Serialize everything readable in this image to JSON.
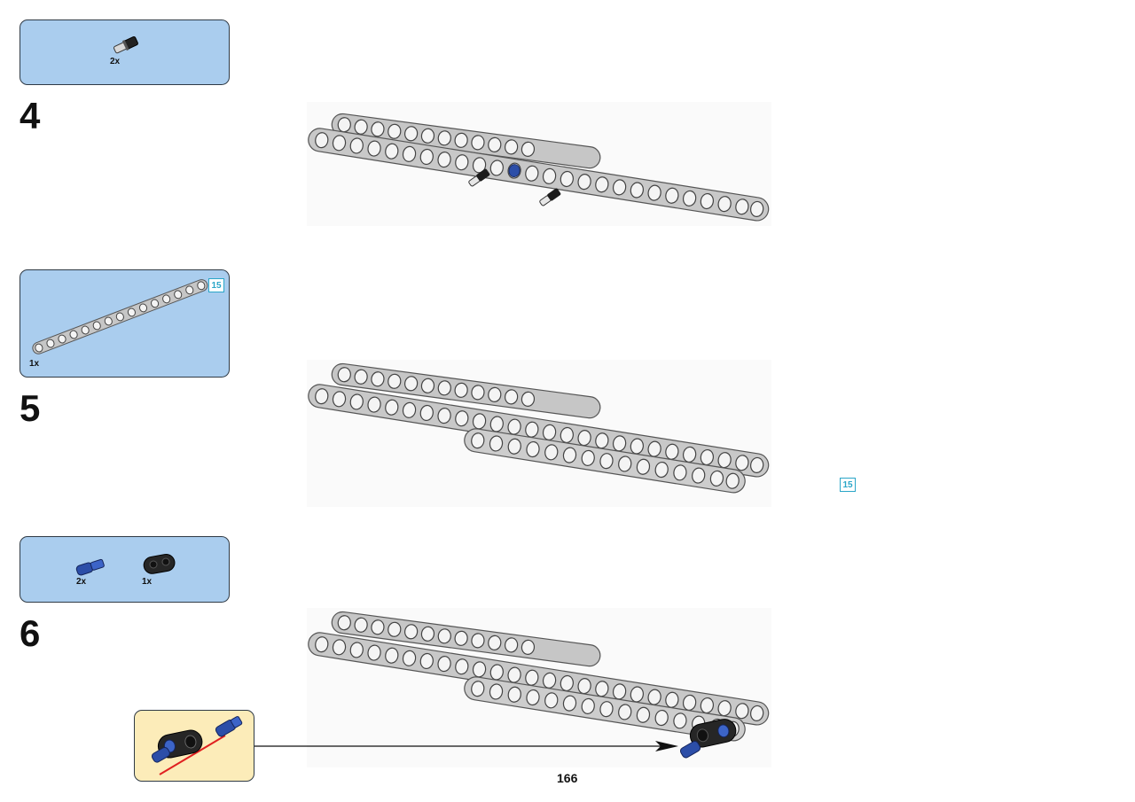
{
  "page_number": "166",
  "steps": [
    {
      "number": "4",
      "parts": [
        {
          "qty": "2x",
          "part": "black-friction-pin"
        }
      ]
    },
    {
      "number": "5",
      "parts": [
        {
          "qty": "1x",
          "part": "liftarm-15",
          "length_badge": "15"
        }
      ],
      "length_badge": "15"
    },
    {
      "number": "6",
      "parts": [
        {
          "qty": "2x",
          "part": "blue-axle-pin"
        },
        {
          "qty": "1x",
          "part": "black-liftarm-2"
        }
      ]
    }
  ],
  "colors": {
    "parts_box_bg": "#aacdee",
    "callout_bg": "#fcecb9",
    "beam_gray": "#c4c4c4",
    "badge_cyan": "#2aa6c8",
    "pin_blue": "#2c4ea8",
    "arrow_red": "#e02020"
  }
}
